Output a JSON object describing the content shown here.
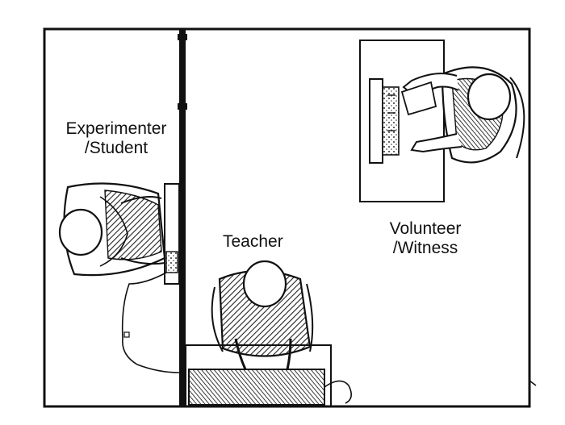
{
  "labels": {
    "experimenter_line1": "Experimenter",
    "experimenter_line2": "/Student",
    "teacher": "Teacher",
    "volunteer_line1": "Volunteer",
    "volunteer_line2": "/Witness"
  },
  "colors": {
    "ink": "#111111",
    "paper": "#ffffff",
    "hatch": "#222222"
  }
}
